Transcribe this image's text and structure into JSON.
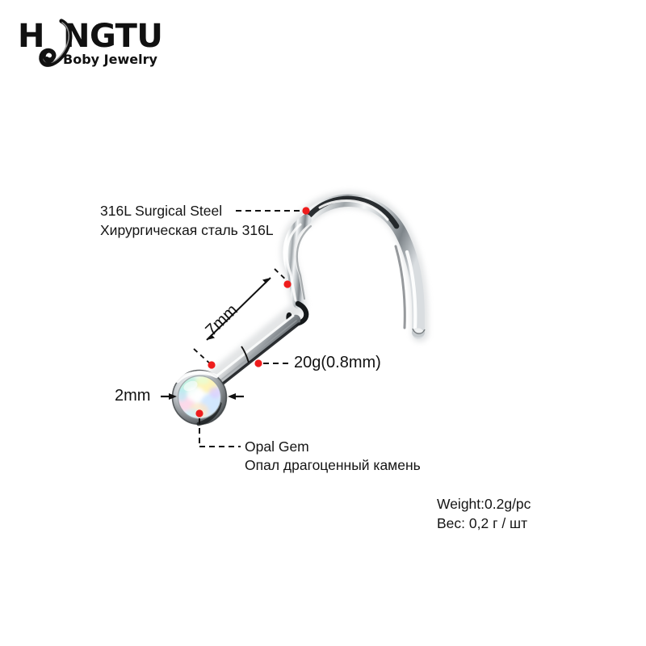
{
  "brand": {
    "name_part1": "H",
    "name_part2": "NGTU",
    "tagline": "Boby Jewelry",
    "logo_icon": "safety-pin-icon"
  },
  "product": {
    "type": "nose-screw-stud",
    "body_color": "#cfd3d6",
    "gem_colors": [
      "#e9f7ff",
      "#c8f0d8",
      "#fff6b8",
      "#ffd2e6",
      "#d8d0ff",
      "#bfe9f5"
    ],
    "bezel_color": "#9aa0a4",
    "marker_color": "#ee1c1c"
  },
  "annotations": {
    "material_en": "316L Surgical Steel",
    "material_ru": "Хирургическая сталь 316L",
    "length": "7mm",
    "gauge": "20g(0.8mm)",
    "gem_width": "2mm",
    "gem_en": "Opal Gem",
    "gem_ru": "Опал драгоценный камень"
  },
  "weight": {
    "line_en": "Weight:0.2g/pc",
    "line_ru": "Вес: 0,2 г / шт"
  }
}
